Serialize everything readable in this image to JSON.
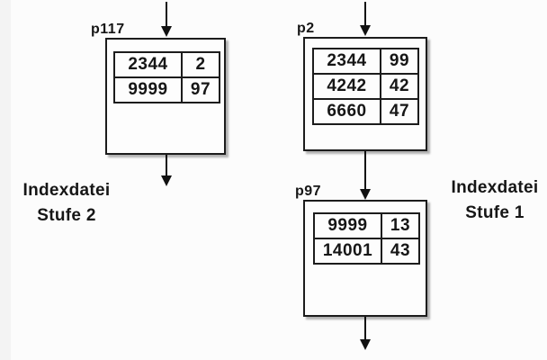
{
  "diagram": {
    "background": "#fcfcfc",
    "ink": "#161616",
    "border_color": "#1c1c1c"
  },
  "nodes": [
    {
      "label": "p117",
      "rows": [
        [
          "2344",
          "2"
        ],
        [
          "9999",
          "97"
        ]
      ]
    },
    {
      "label": "p2",
      "rows": [
        [
          "2344",
          "99"
        ],
        [
          "4242",
          "42"
        ],
        [
          "6660",
          "47"
        ]
      ]
    },
    {
      "label": "p97",
      "rows": [
        [
          "9999",
          "13"
        ],
        [
          "14001",
          "43"
        ]
      ]
    }
  ],
  "captions": {
    "left": {
      "line1": "Indexdatei",
      "line2": "Stufe 2"
    },
    "right": {
      "line1": "Indexdatei",
      "line2": "Stufe 1"
    }
  }
}
